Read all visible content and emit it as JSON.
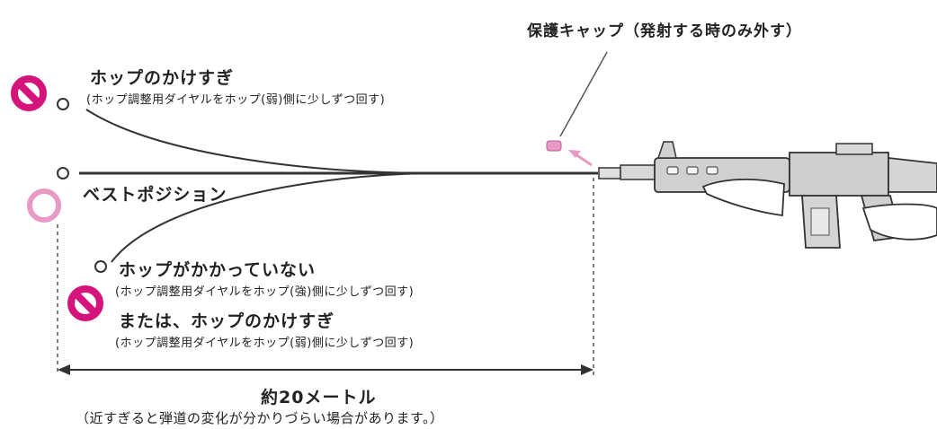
{
  "cap_label": "保護キャップ（発射する時のみ外す）",
  "over_hop": {
    "title": "ホップのかけすぎ",
    "note": "(ホップ調整用ダイヤルをホップ(弱)側に少しずつ回す)"
  },
  "best": {
    "title": "ベストポジション"
  },
  "under_hop": {
    "title": "ホップがかかっていない",
    "note": "(ホップ調整用ダイヤルをホップ(強)側に少しずつ回す)",
    "alt_title": "または、ホップのかけすぎ",
    "alt_note": "(ホップ調整用ダイヤルをホップ(弱)側に少しずつ回す)"
  },
  "distance": {
    "label": "約20メートル",
    "note": "（近すぎると弾道の変化が分かりづらい場合があります。）"
  },
  "colors": {
    "ng": "#d4147a",
    "ok": "#e79ac3",
    "line": "#333333",
    "gun": "#d0d0d0"
  },
  "icons": [
    "prohibited-icon",
    "ok-circle-icon",
    "rifle-illustration",
    "protective-cap-icon"
  ]
}
